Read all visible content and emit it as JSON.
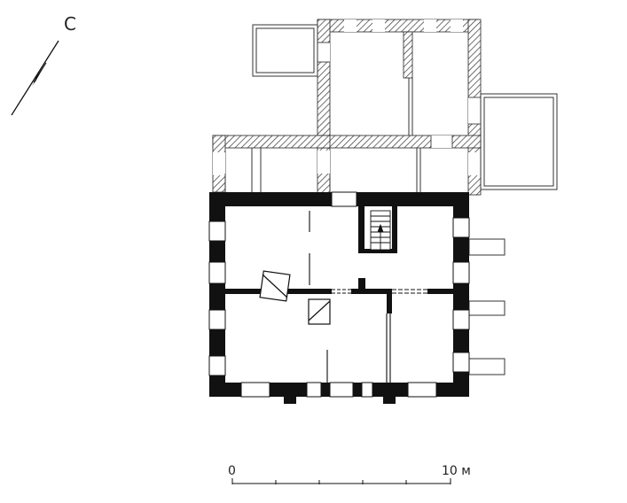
{
  "north_label": "С",
  "scale": {
    "start_label": "0",
    "end_label": "10 м"
  },
  "colors": {
    "ink": "#111111",
    "hatch": "#333333",
    "background": "#ffffff"
  }
}
